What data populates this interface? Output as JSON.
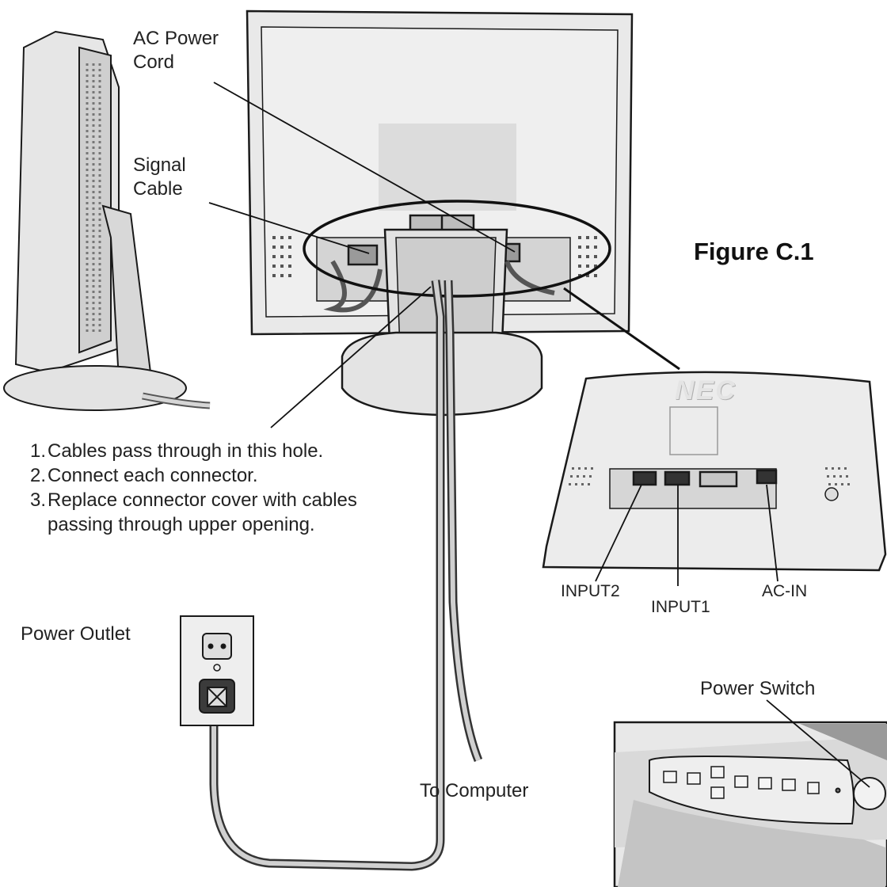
{
  "figure_title": "Figure C.1",
  "callouts": {
    "ac_power_cord": "AC Power\nCord",
    "signal_cable": "Signal\nCable",
    "power_outlet": "Power Outlet",
    "to_computer": "To Computer",
    "power_switch": "Power Switch",
    "input2": "INPUT2",
    "input1": "INPUT1",
    "ac_in": "AC-IN"
  },
  "brand_logo": "NEC",
  "steps": [
    {
      "num": "1.",
      "text": "Cables pass through in this hole."
    },
    {
      "num": "2.",
      "text": "Connect each connector."
    },
    {
      "num": "3.",
      "text": "Replace connector cover with cables passing through upper opening."
    }
  ],
  "colors": {
    "line": "#1a1a1a",
    "panel": "#e9e9e9",
    "shade": "#c9c9c9",
    "dark": "#8a8a8a"
  }
}
